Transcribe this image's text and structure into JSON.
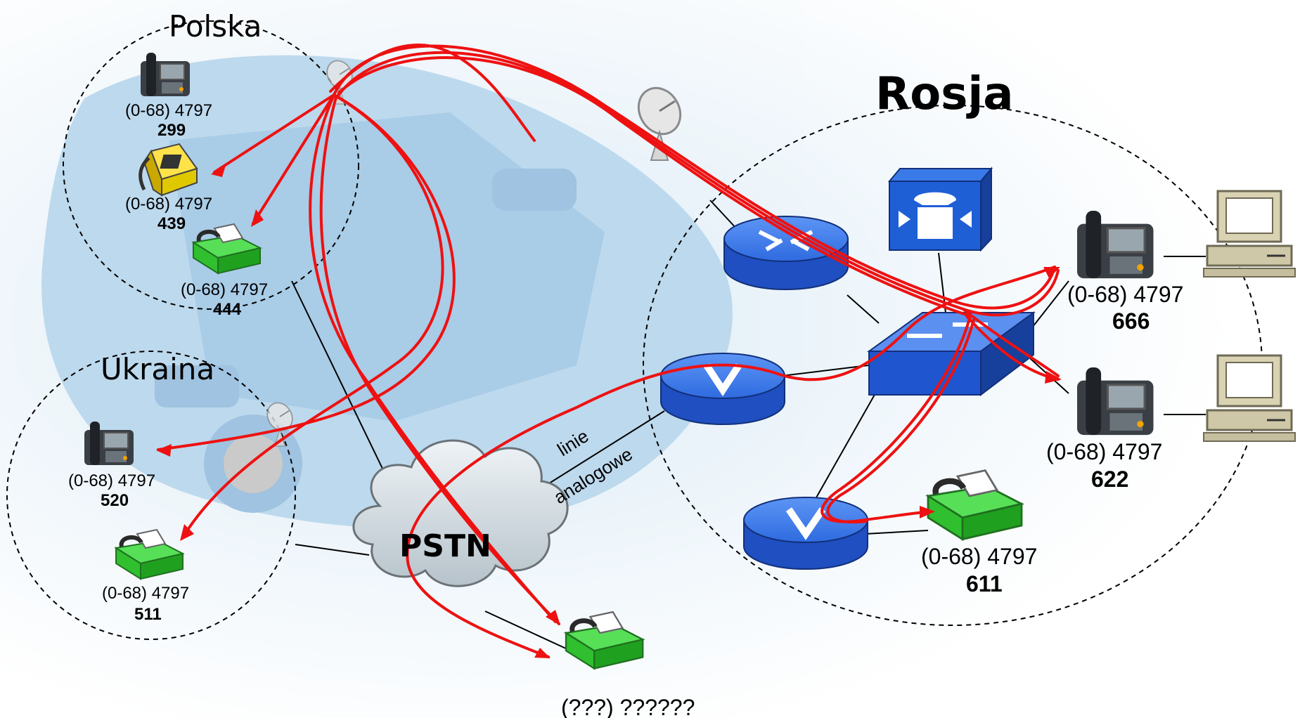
{
  "regions": {
    "poland": "Polska",
    "ukraine": "Ukraina",
    "russia": "Rosja"
  },
  "pstn_label": "PSTN",
  "analog_lines": {
    "line1": "linie",
    "line2": "analogowe"
  },
  "phones": {
    "pl_299": {
      "prefix": "(0-68) 4797",
      "ext": "299"
    },
    "pl_439": {
      "prefix": "(0-68) 4797",
      "ext": "439"
    },
    "pl_444": {
      "prefix": "(0-68) 4797",
      "ext": "444"
    },
    "ua_520": {
      "prefix": "(0-68) 4797",
      "ext": "520"
    },
    "ua_511": {
      "prefix": "(0-68) 4797",
      "ext": "511"
    },
    "ru_666": {
      "prefix": "(0-68) 4797",
      "ext": "666"
    },
    "ru_622": {
      "prefix": "(0-68) 4797",
      "ext": "622"
    },
    "ru_611": {
      "prefix": "(0-68) 4797",
      "ext": "611"
    }
  },
  "unknown_fax": "(???) ??????",
  "colors": {
    "call_path": "#ee1111",
    "router_blue": "#1f5fd6",
    "fax_green": "#3fcf3f",
    "terminal_beige": "#d9d3b4",
    "background_device": "#9ec8e6"
  },
  "icons": [
    "ip-phone-icon",
    "analog-phone-icon",
    "fax-icon",
    "router-icon",
    "voice-gateway-icon",
    "switch-icon",
    "call-manager-icon",
    "workstation-icon",
    "satellite-dish-icon",
    "cloud-icon"
  ]
}
